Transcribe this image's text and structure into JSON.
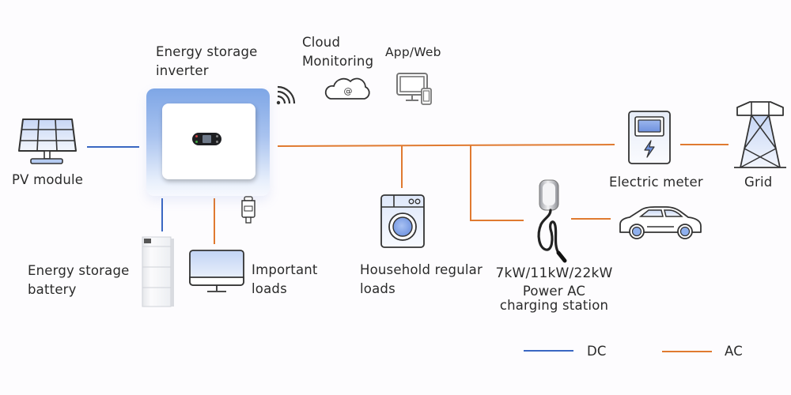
{
  "diagram": {
    "title": "Energy storage system wiring",
    "nodes": {
      "pv_module": {
        "label": "PV module",
        "icon": "solar-panel-icon"
      },
      "inverter": {
        "label_line1": "Energy storage",
        "label_line2": "inverter",
        "icon": "inverter-icon"
      },
      "cloud": {
        "label_line1": "Cloud",
        "label_line2": "Monitoring",
        "icon": "cloud-icon",
        "glyph": "@"
      },
      "app_web": {
        "label": "App/Web",
        "icon": "monitor-phone-icon"
      },
      "wifi": {
        "icon": "wifi-icon"
      },
      "meter_small": {
        "icon": "ct-meter-icon"
      },
      "battery": {
        "label_line1": "Energy storage",
        "label_line2": "battery",
        "icon": "battery-stack-icon"
      },
      "important_loads": {
        "label_line1": "Important",
        "label_line2": "loads",
        "icon": "monitor-icon"
      },
      "household_loads": {
        "label_line1": "Household regular",
        "label_line2": "loads",
        "icon": "washing-machine-icon"
      },
      "charging_station": {
        "label_line1": "7kW/11kW/22kW",
        "label_line2": "Power AC",
        "label_line3": "charging station",
        "icon": "ev-charger-icon"
      },
      "car": {
        "icon": "car-icon"
      },
      "electric_meter": {
        "label": "Electric meter",
        "icon": "electric-meter-icon"
      },
      "grid": {
        "label": "Grid",
        "icon": "transmission-tower-icon"
      }
    },
    "connections": [
      {
        "from": "pv_module",
        "to": "inverter",
        "type": "DC"
      },
      {
        "from": "inverter",
        "to": "battery",
        "type": "DC"
      },
      {
        "from": "inverter",
        "to": "important_loads",
        "type": "AC"
      },
      {
        "from": "inverter",
        "to": "electric_meter",
        "type": "AC"
      },
      {
        "from": "inverter",
        "to": "household_loads",
        "type": "AC"
      },
      {
        "from": "inverter",
        "to": "charging_station",
        "type": "AC"
      },
      {
        "from": "charging_station",
        "to": "car",
        "type": "AC"
      },
      {
        "from": "electric_meter",
        "to": "grid",
        "type": "AC"
      }
    ],
    "legend": {
      "dc": {
        "label": "DC",
        "color": "#3a67c2"
      },
      "ac": {
        "label": "AC",
        "color": "#e07a30"
      }
    }
  }
}
